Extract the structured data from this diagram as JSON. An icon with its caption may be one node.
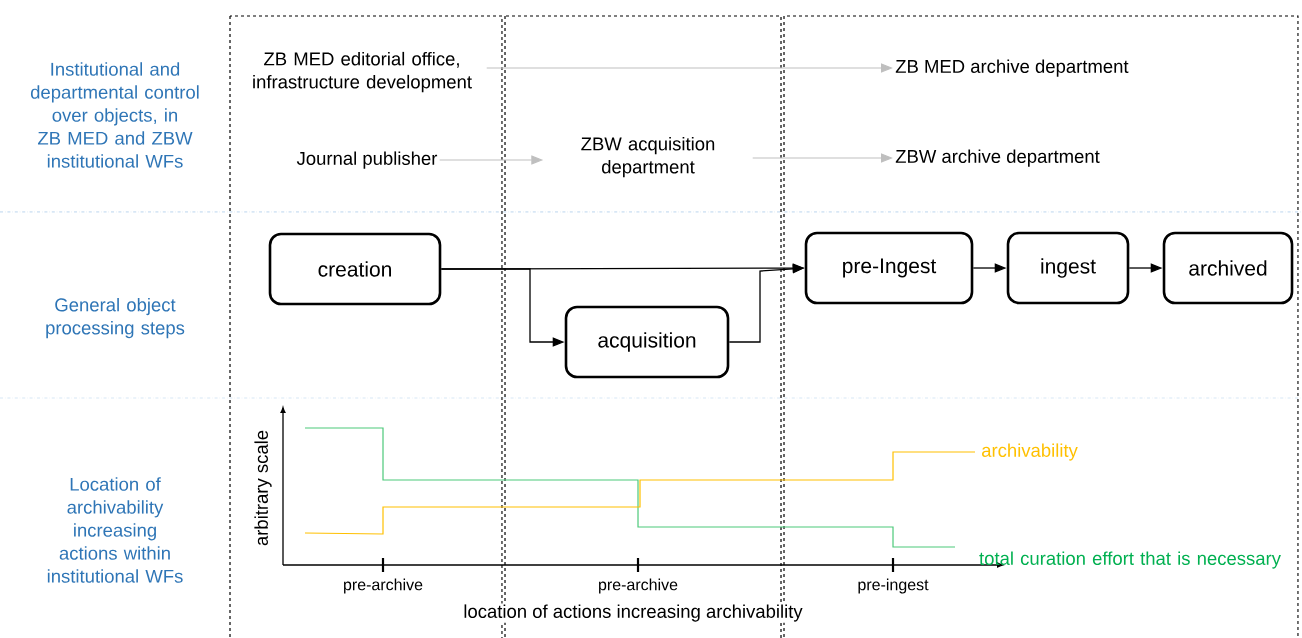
{
  "diagram": {
    "nodes": [
      {
        "text": [
          "ZB MED editorial office, infrastructure development"
        ]
      },
      {
        "text": [
          "Journal publisher"
        ]
      },
      {
        "text": [
          "ZBW acquisition department"
        ]
      },
      {
        "text": [
          "ZB MED archive department"
        ]
      },
      {
        "text": [
          "ZBW archive department"
        ]
      },
      {
        "text": [
          "creation"
        ]
      },
      {
        "text": [
          "acquisition"
        ]
      },
      {
        "text": [
          "pre-Ingest"
        ]
      },
      {
        "text": [
          "ingest"
        ]
      },
      {
        "text": [
          "archived"
        ]
      }
    ],
    "edges": [
      {
        "from": 0,
        "to": 3,
        "arrow": "to",
        "color": "#bfbfbf"
      },
      {
        "from": 1,
        "to": 2,
        "arrow": "to",
        "color": "#bfbfbf"
      },
      {
        "from": 2,
        "to": 4,
        "arrow": "to",
        "color": "#bfbfbf"
      },
      {
        "from": 5,
        "to": 7,
        "arrow": "to"
      },
      {
        "from": 5,
        "to": 6,
        "arrow": "to"
      },
      {
        "from": 6,
        "to": 7,
        "arrow": "to"
      },
      {
        "from": 7,
        "to": 8,
        "arrow": "to"
      },
      {
        "from": 8,
        "to": 9,
        "arrow": "to"
      }
    ],
    "labels": [
      "Institutional and departmental control over objects, in ZB MED and ZBW institutional WFs",
      "General object processing steps",
      "Location of archivability increasing actions within institutional WFs",
      "arbitrary scale",
      "archivability",
      "total curation effort that is necessary",
      "pre-archive",
      "pre-archive",
      "pre-ingest",
      "location of actions increasing archivability"
    ]
  }
}
